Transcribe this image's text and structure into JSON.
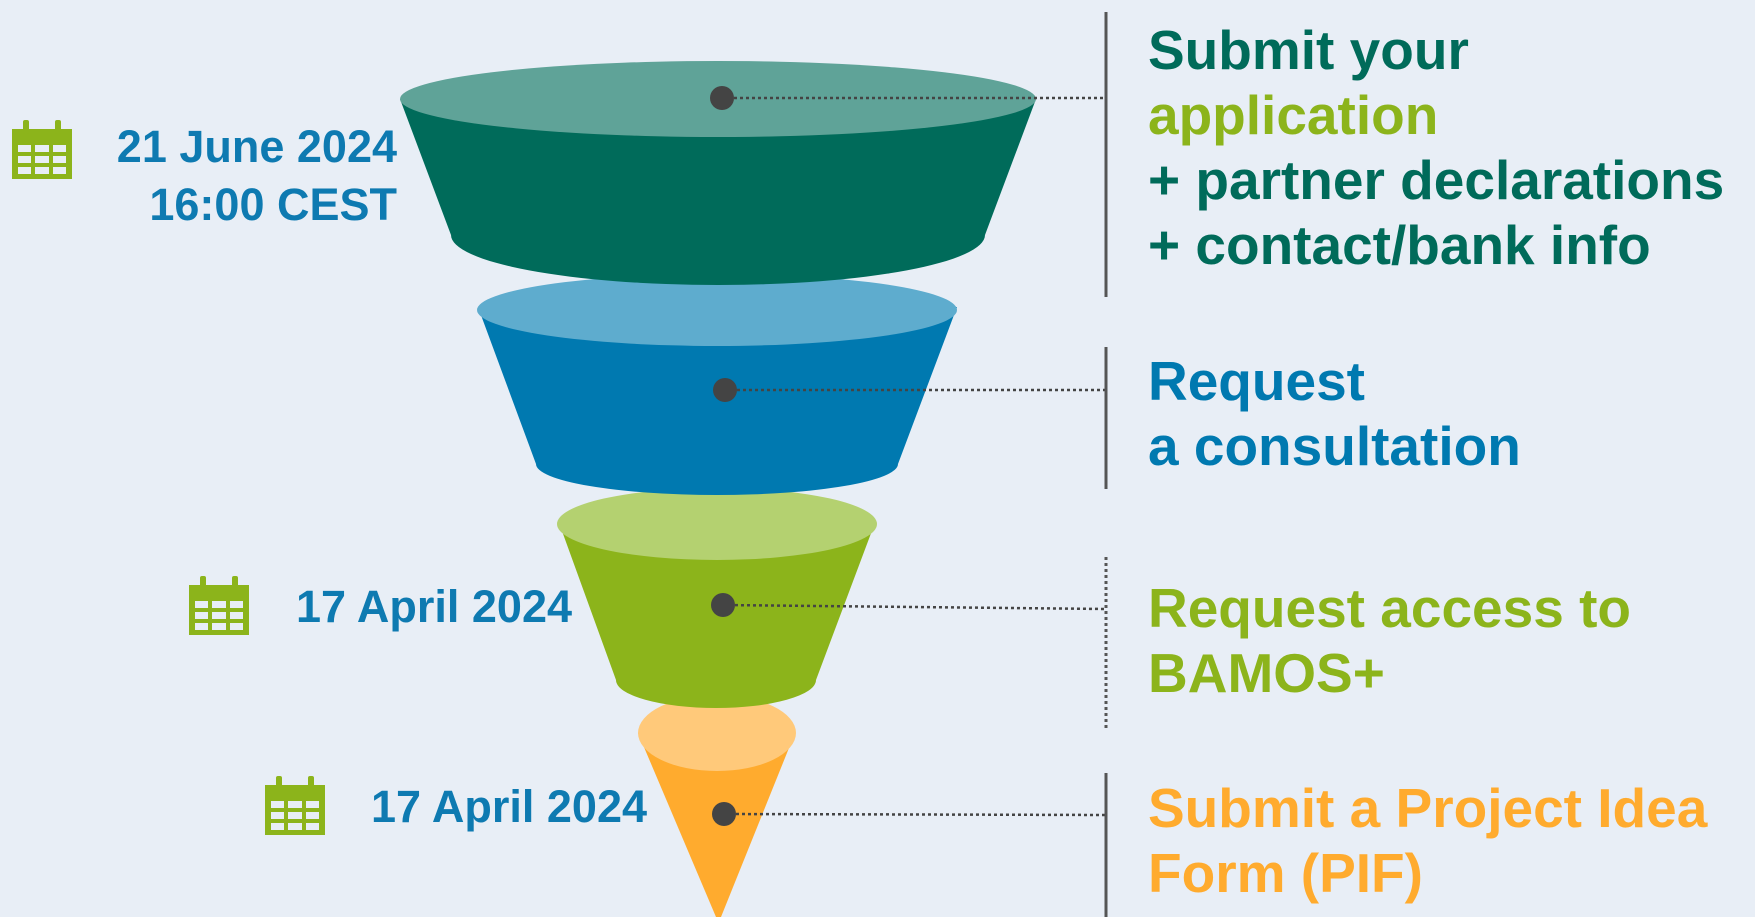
{
  "colors": {
    "background": "#e8eef6",
    "teal": "#006b5a",
    "teal_top": "#5fa398",
    "blue": "#0079b0",
    "blue_top": "#5eacce",
    "green": "#8cb41b",
    "green_top": "#b4d170",
    "orange": "#ffab2e",
    "orange_top": "#ffc97a",
    "date_text": "#0e7ab1",
    "calendar_icon": "#8cb41b",
    "connector": "#444444"
  },
  "dates": {
    "application_deadline": {
      "line1": "21 June 2024",
      "line2": "16:00 CEST"
    },
    "bamos_access_deadline": {
      "line1": "17 April 2024"
    },
    "pif_deadline": {
      "line1": "17 April 2024"
    }
  },
  "steps": {
    "submit_application": {
      "line1": "Submit your",
      "line2": "application",
      "line3": "+ partner declarations",
      "line4": "+ contact/bank info"
    },
    "request_consultation": {
      "line1": "Request",
      "line2": "a consultation"
    },
    "request_bamos_access": {
      "line1": "Request access to",
      "line2": "BAMOS+"
    },
    "submit_pif": {
      "line1": "Submit a Project Idea",
      "line2": "Form (PIF)"
    }
  },
  "icons": {
    "calendar": "calendar-icon",
    "connector_dot": "dot-icon"
  }
}
